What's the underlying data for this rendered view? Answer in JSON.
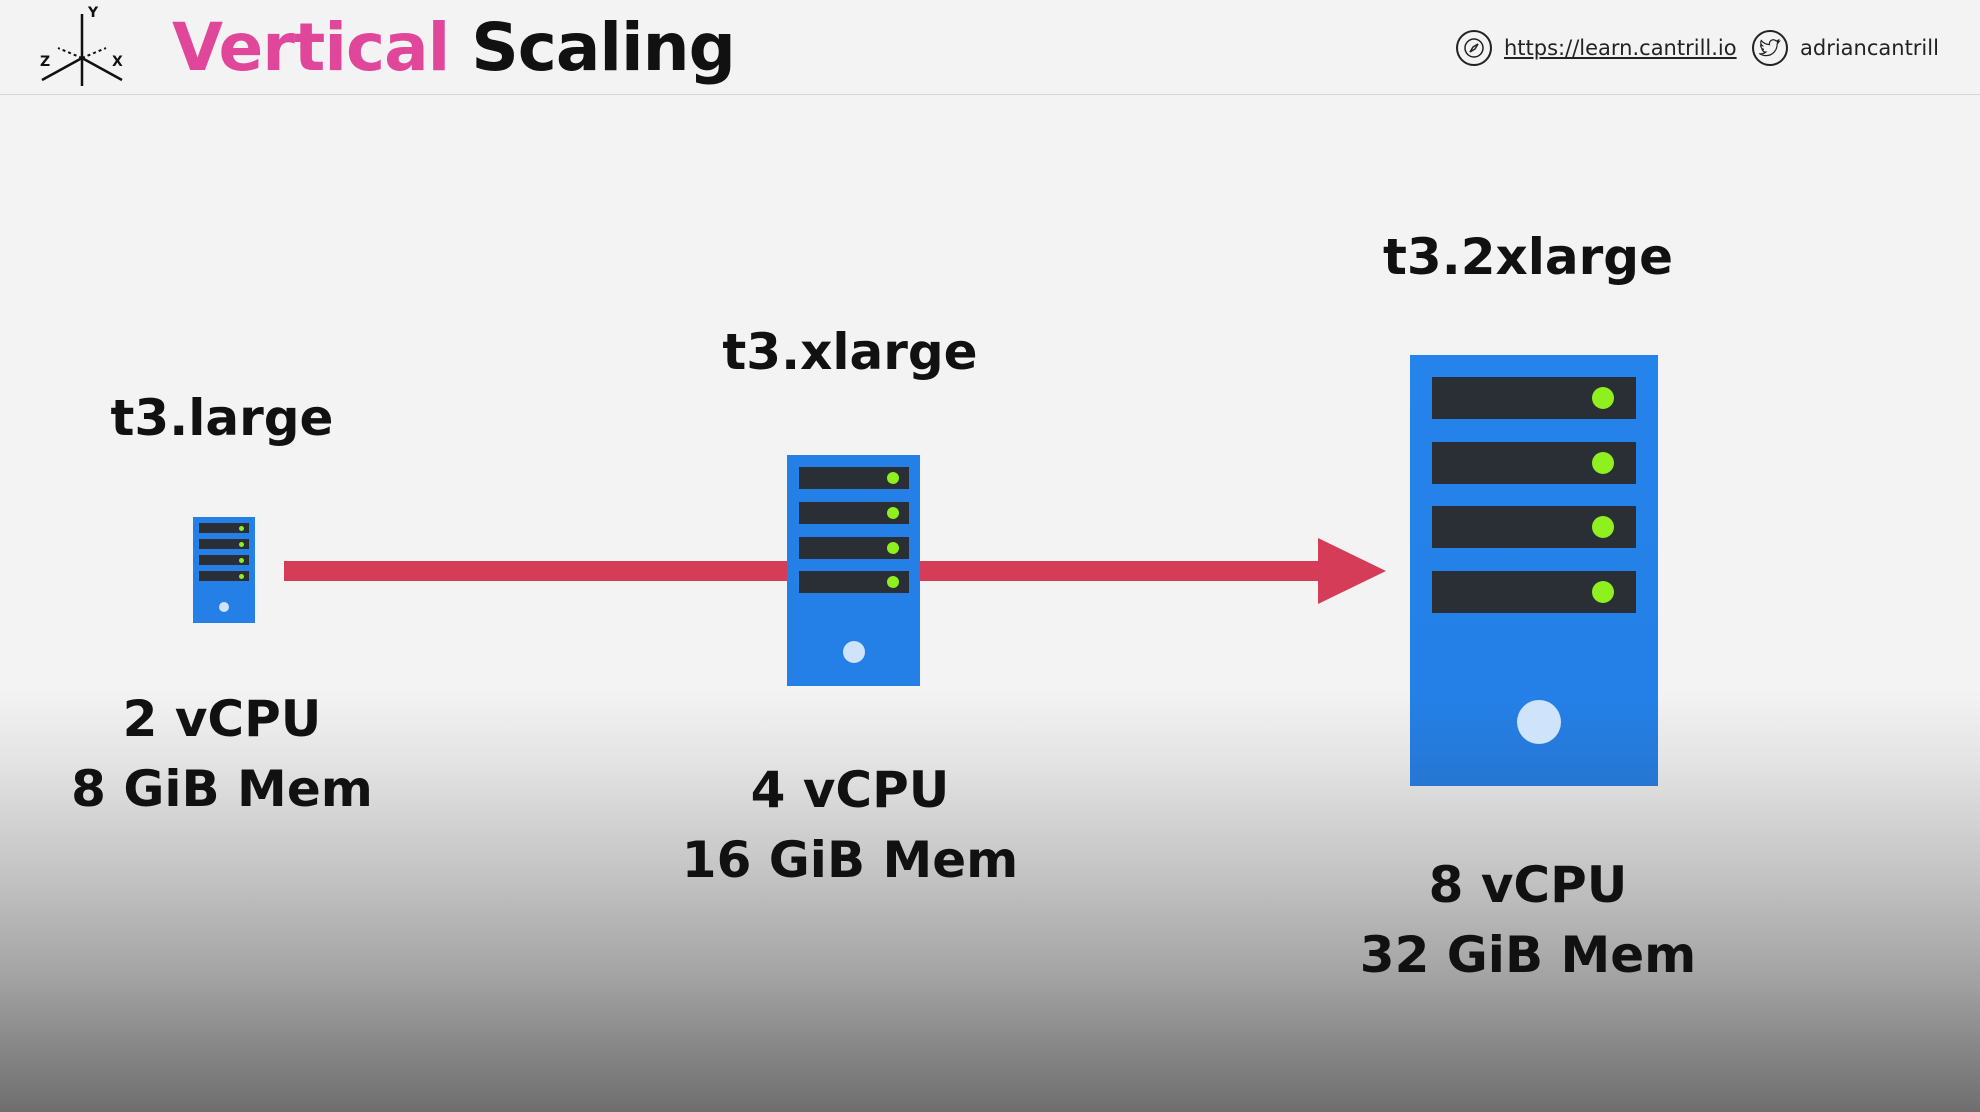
{
  "header": {
    "title_accent": "Vertical",
    "title_rest": "Scaling",
    "logo_axes": {
      "y": "Y",
      "z": "Z",
      "x": "X"
    },
    "website": "https://learn.cantrill.io",
    "twitter": "adriancantrill",
    "accent_color": "#e0479a"
  },
  "instances": [
    {
      "name": "t3.large",
      "vcpu": "2 vCPU",
      "mem": "8 GiB Mem"
    },
    {
      "name": "t3.xlarge",
      "vcpu": "4 vCPU",
      "mem": "16 GiB Mem"
    },
    {
      "name": "t3.2xlarge",
      "vcpu": "8 vCPU",
      "mem": "32 GiB Mem"
    }
  ],
  "colors": {
    "arrow": "#d43c57",
    "server": "#2480e6",
    "led": "#8ef01e"
  },
  "icons": [
    "axes-logo-icon",
    "compass-icon",
    "twitter-icon",
    "server-icon",
    "arrow-right-icon"
  ]
}
